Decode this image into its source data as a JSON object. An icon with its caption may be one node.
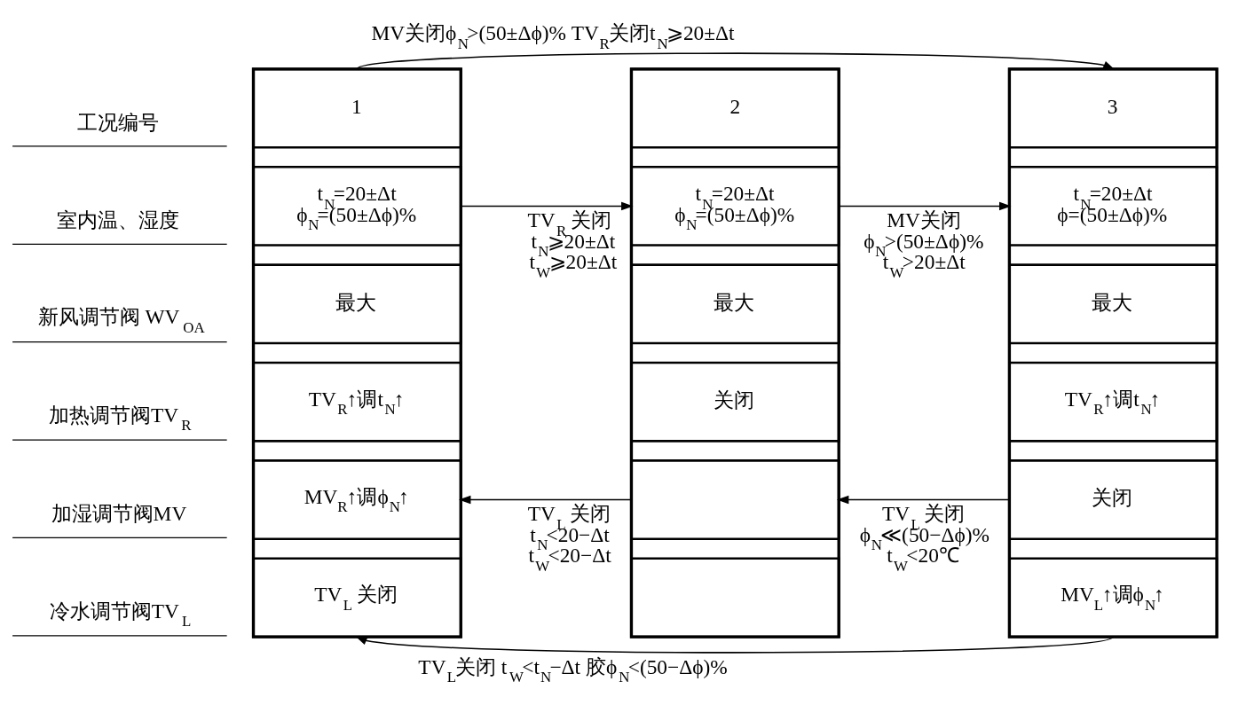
{
  "diagram": {
    "nodes": [
      {
        "text": [],
        "shape": "box"
      },
      {
        "text": [
          "1"
        ],
        "in": 0
      },
      {
        "text": [
          "t$_{N}$=20±Δt",
          "ϕ$_{N}$=(50±Δϕ)%"
        ],
        "in": 0
      },
      {
        "text": [
          "最大"
        ],
        "in": 0
      },
      {
        "text": [
          "TV$_{R}$↑调t$_{N}$↑"
        ],
        "in": 0
      },
      {
        "text": [
          "MV$_{R}$↑调ϕ$_{N}$↑"
        ],
        "in": 0
      },
      {
        "text": [
          "TV$_{L}$ 关闭"
        ],
        "in": 0
      },
      {
        "text": [],
        "shape": "box"
      },
      {
        "text": [
          "2"
        ],
        "in": 7
      },
      {
        "text": [
          "t$_{N}$=20±Δt",
          "ϕ$_{N}$=(50±Δϕ)%"
        ],
        "in": 7
      },
      {
        "text": [
          "最大"
        ],
        "in": 7
      },
      {
        "text": [
          "关闭"
        ],
        "in": 7
      },
      {
        "text": [],
        "shape": "box",
        "in": 7
      },
      {
        "text": [],
        "shape": "box",
        "in": 7
      },
      {
        "text": [],
        "shape": "box"
      },
      {
        "text": [
          "3"
        ],
        "in": 14
      },
      {
        "text": [
          "t$_{N}$=20±Δt",
          "ϕ=(50±Δϕ)%"
        ],
        "in": 14
      },
      {
        "text": [
          "最大"
        ],
        "in": 14
      },
      {
        "text": [
          "TV$_{R}$↑调t$_{N}$↑"
        ],
        "in": 14
      },
      {
        "text": [
          "关闭"
        ],
        "in": 14
      },
      {
        "text": [
          "MV$_{L}$↑调ϕ$_{N}$↑"
        ],
        "in": 14
      }
    ],
    "edges": [
      {
        "from": 1,
        "to": 15,
        "arrow": "to",
        "label": "MV关闭ϕ$_{N}$>(50±Δϕ)% TV$_{R}$关闭t$_{N}$⩾20±Δt"
      },
      {
        "from": 2,
        "to": 9,
        "arrow": "to",
        "label": "TV$_{R}$ 关闭 t$_{N}$⩾20±Δt t$_{W}$⩾20±Δt"
      },
      {
        "from": 9,
        "to": 16,
        "arrow": "to",
        "label": "MV关闭 ϕ$_{N}$>(50±Δϕ)% t$_{W}$>20±Δt"
      },
      {
        "from": 19,
        "to": 12,
        "arrow": "to",
        "label": "TV$_{L}$ 关闭 ϕ$_{N}$≪(50−Δϕ)% t$_{W}$<20℃"
      },
      {
        "from": 12,
        "to": 5,
        "arrow": "to",
        "label": "TV$_{L}$ 关闭 t$_{N}$<20−Δt t$_{W}$<20−Δt"
      },
      {
        "from": 20,
        "to": 6,
        "arrow": "to",
        "label": "TV$_{L}$关闭 t$_{W}$<t$_{N}$−Δt 胶ϕ$_{N}$<(50−Δϕ)%"
      }
    ],
    "labels": [
      "工况编号",
      "室内温、湿度",
      "新风调节阀 WV$_{OA}$",
      "加热调节阀TV$_{R}$",
      "加湿调节阀MV",
      "冷水调节阀TV$_{L}$"
    ]
  }
}
